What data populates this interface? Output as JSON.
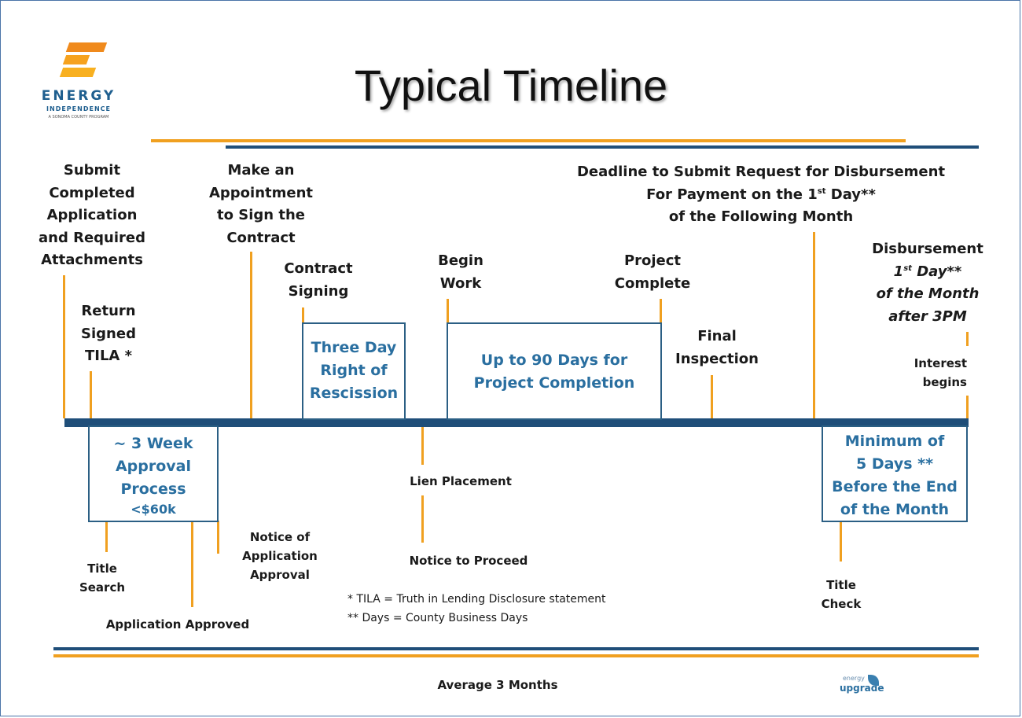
{
  "header": {
    "title": "Typical Timeline",
    "logo_word": "ENERGY",
    "logo_sub": "INDEPENDENCE",
    "logo_tag": "A SONOMA COUNTY PROGRAM"
  },
  "top_labels": {
    "submit": [
      "Submit",
      "Completed",
      "Application",
      "and Required",
      "Attachments"
    ],
    "appointment": [
      "Make an",
      "Appointment",
      "to Sign the",
      "Contract"
    ],
    "deadline_line1": "Deadline to Submit Request for Disbursement",
    "deadline_line2a": "For Payment on the 1",
    "deadline_line2_sup": "st",
    "deadline_line2b": " Day**",
    "deadline_line3": "of the Following Month",
    "return_tila": [
      "Return",
      "Signed",
      "TILA *"
    ],
    "contract_signing": [
      "Contract",
      "Signing"
    ],
    "begin_work": [
      "Begin",
      "Work"
    ],
    "project_complete": [
      "Project",
      "Complete"
    ],
    "final_inspection": [
      "Final",
      "Inspection"
    ],
    "disbursement_title": "Disbursement",
    "disbursement_day": "1",
    "disbursement_day_sup": "st",
    "disbursement_day_rest": " Day**",
    "disbursement_month": "of the Month",
    "disbursement_time": "after 3PM",
    "interest": [
      "Interest",
      "begins"
    ]
  },
  "boxes": {
    "rescission": [
      "Three Day",
      "Right of",
      "Rescission"
    ],
    "completion": [
      "Up to 90 Days for",
      "Project Completion"
    ],
    "approval": [
      "~ 3 Week",
      "Approval",
      "Process"
    ],
    "approval_limit": "<$60k",
    "minimum": [
      "Minimum of",
      "5 Days **",
      "Before the End",
      "of the Month"
    ]
  },
  "bottom_labels": {
    "title_search": [
      "Title",
      "Search"
    ],
    "application_approved": "Application Approved",
    "notice_approval": [
      "Notice of",
      "Application",
      "Approval"
    ],
    "lien_placement": "Lien Placement",
    "notice_to_proceed": "Notice to Proceed",
    "title_check": [
      "Title",
      "Check"
    ]
  },
  "footnotes": {
    "tila": "* TILA = Truth in Lending Disclosure statement",
    "days": "** Days = County Business Days"
  },
  "footer": {
    "average": "Average 3 Months",
    "upgrade_logo_small": "energy",
    "upgrade_logo": "upgrade"
  },
  "colors": {
    "accent_orange": "#f0a020",
    "timeline_navy": "#1f4e79",
    "box_text_blue": "#2a6fa0"
  }
}
